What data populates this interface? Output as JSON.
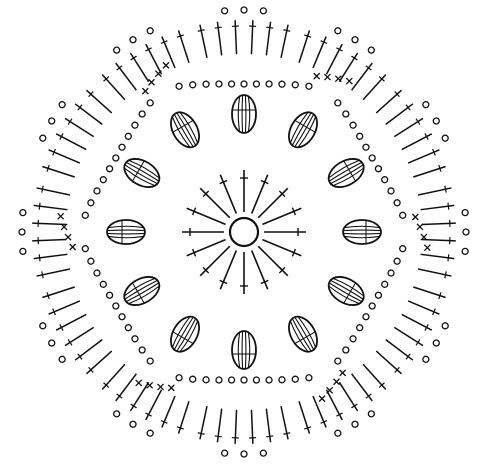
{
  "diagram": {
    "type": "crochet-chart",
    "motif": "hexagon",
    "center": "magic-ring",
    "rounds": {
      "spokes": 16,
      "puff_stitches": 12,
      "puff_stitch_ribs": 4,
      "chain_arcs": 6,
      "edge_scallops": 12
    },
    "ink_color": "#111111",
    "background": "#ffffff"
  }
}
